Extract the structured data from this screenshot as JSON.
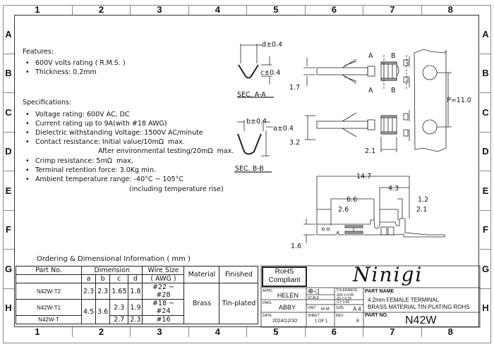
{
  "zones": {
    "columns": [
      "1",
      "2",
      "3",
      "4",
      "5",
      "6",
      "7",
      "8"
    ],
    "rows": [
      "A",
      "B",
      "C",
      "D",
      "E",
      "F",
      "G",
      "H"
    ]
  },
  "features": {
    "heading": "Features:",
    "items": [
      "600V volts rating ( R.M.S. )",
      "Thickness: 0.2mm"
    ]
  },
  "specifications": {
    "heading": "Specifications:",
    "items": [
      "Voltage rating: 600V AC, DC",
      "Current rating up to 9A(with #18 AWG)",
      "Dielectric withstanding Voltage: 1500V AC/minute",
      "Contact resistance: Initial value/10mΩ  max.",
      "Crimp resistance: 5mΩ  max,",
      "Terminal retention force: 3.0Kg min.",
      "Ambient temperature range: -40°C ~ 105°C"
    ],
    "contact_resistance_cont": "After environmental testing/20mΩ  max.",
    "temperature_cont": "(including temperature rise)"
  },
  "sections": {
    "aa": {
      "label": "SEC. A-A",
      "dim_d": "d±0.4",
      "dim_c": "c±0.4"
    },
    "bb": {
      "label": "SEC. B-B",
      "dim_b": "b±0.4",
      "dim_a": "a±0.4"
    }
  },
  "top_view": {
    "dim_17": "1.7",
    "dim_32": "3.2",
    "dim_21": "2.1",
    "pitch": "P=11.0",
    "marker_a": "A",
    "marker_b": "B"
  },
  "side_view": {
    "dim_147": "14.7",
    "dim_66": "6.6",
    "dim_26": "2.6",
    "dim_43": "4.3",
    "dim_12": "1.2",
    "dim_21": "2.1",
    "dim_16": "1.6"
  },
  "ordering": {
    "title": "Ordering & Dimensional Information ( mm )",
    "headers": {
      "part_no": "Part No.",
      "dimension": "Dimension",
      "wire_size": "Wire Size",
      "awg": "( AWG )",
      "material": "Material",
      "finished": "Finished",
      "a": "a",
      "b": "b",
      "c": "c",
      "d": "d"
    },
    "rows": [
      {
        "part": "N42W-T2",
        "a": "2.3",
        "b": "2.3",
        "c": "1.65",
        "d": "1.8",
        "wire": "#22 ~ #28"
      },
      {
        "part": "N42W-T1",
        "a": "4.5",
        "b": "3.6",
        "c": "2.3",
        "d": "1.9",
        "wire": "#18 ~ #24"
      },
      {
        "part": "N42W-T",
        "a": "",
        "b": "",
        "c": "2.7",
        "d": "2.3",
        "wire": "#16"
      }
    ],
    "material": "Brass",
    "finished": "Tin-plated"
  },
  "title_block": {
    "rohs": "RoHS Compliant",
    "brand": "Ninigi",
    "appd_label": "APPD.",
    "appd": "HELEN",
    "dwg_label": "DWG.",
    "dwg": "ABBY",
    "date_label": "DATE",
    "date": "2024/12/10",
    "scale_label": "SCALE",
    "scale_value": "",
    "unit_label": "UNIT",
    "unit": "M M",
    "sheet_label": "SHEET",
    "sheet": "1 OF 1",
    "tolerance_label": "TOLERANCE",
    "tolerance_lines": [
      ".000  ± 0.08",
      ".00   ± 0.25",
      ".0    ± 0.40"
    ],
    "size_label": "SIZE",
    "size": "A 4",
    "rev_label": "REV.",
    "rev": "B",
    "part_name_label": "PART NAME",
    "part_name_line1": "4.2mm FEMALE TERMINAL",
    "part_name_line2": "BRASS MATERIAL TIN PLATING ROHS",
    "part_no_label": "PART NO.",
    "part_no": "N42W"
  }
}
